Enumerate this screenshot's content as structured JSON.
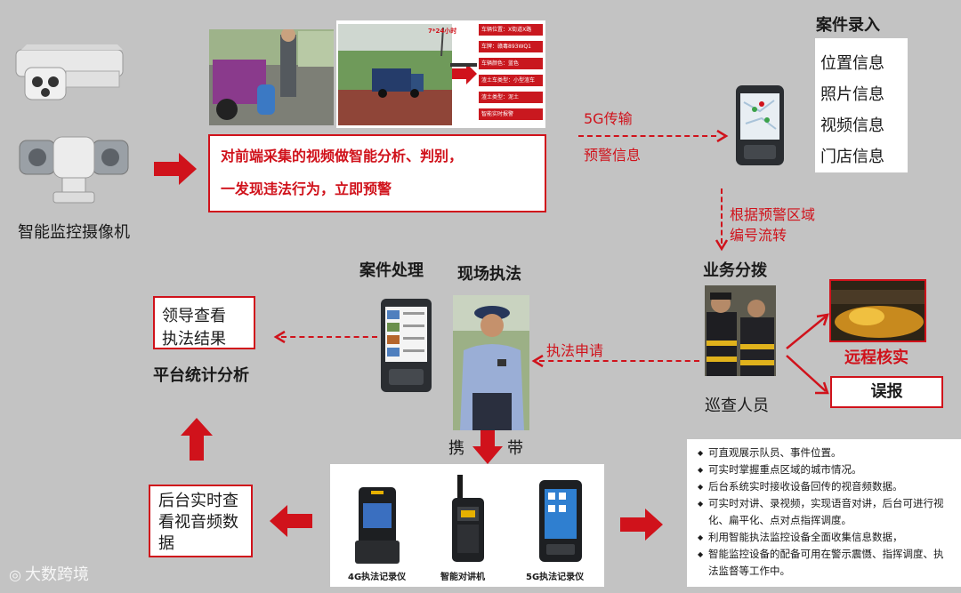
{
  "camera_label": "智能监控摄像机",
  "analysis_box": {
    "line1": "对前端采集的视频做智能分析、判别，",
    "line2": "一发现违法行为，立即预警"
  },
  "vehicle_panel": {
    "timer_label": "7*24小时",
    "info_rows": [
      "车辆位置：X街道X路",
      "车牌：赣毒893WQ1",
      "车辆颜色：蓝色",
      "渣土车类型：小型渣车",
      "渣土类型：泥土",
      "智能实时报警"
    ]
  },
  "transmission": {
    "label_top": "5G传输",
    "label_bottom": "预警信息"
  },
  "case_entry": {
    "title": "案件录入",
    "items": [
      "位置信息",
      "照片信息",
      "视频信息",
      "门店信息"
    ]
  },
  "routing_label": {
    "line1": "根据预警区域",
    "line2": "编号流转"
  },
  "dispatch": {
    "title": "业务分拨",
    "patrol_label": "巡查人员"
  },
  "remote_verify": "远程核实",
  "false_report": "误报",
  "enforcement_request": "执法申请",
  "case_handling": "案件处理",
  "onsite_enforcement": "现场执法",
  "leader_box": {
    "line1": "领导查看",
    "line2": "执法结果"
  },
  "stats_label": "平台统计分析",
  "carry_label": {
    "left": "携",
    "right": "带"
  },
  "devices": {
    "items": [
      "4G执法记录仪",
      "智能对讲机",
      "5G执法记录仪"
    ]
  },
  "backend_box": {
    "line1": "后台实时查",
    "line2": "看视音频数",
    "line3": "据"
  },
  "features": [
    "可直观展示队员、事件位置。",
    "可实时掌握重点区域的城市情况。",
    "后台系统实时接收设备回传的视音频数据。",
    "可实时对讲、录视频，实现语音对讲，后台可进行视化、扁平化、点对点指挥调度。",
    "利用智能执法监控设备全面收集信息数据，",
    "智能监控设备的配备可用在警示震慑、指挥调度、执法监督等工作中。"
  ],
  "watermark": "大数跨境",
  "colors": {
    "accent_red": "#d0121b",
    "background": "#c3c3c3"
  }
}
